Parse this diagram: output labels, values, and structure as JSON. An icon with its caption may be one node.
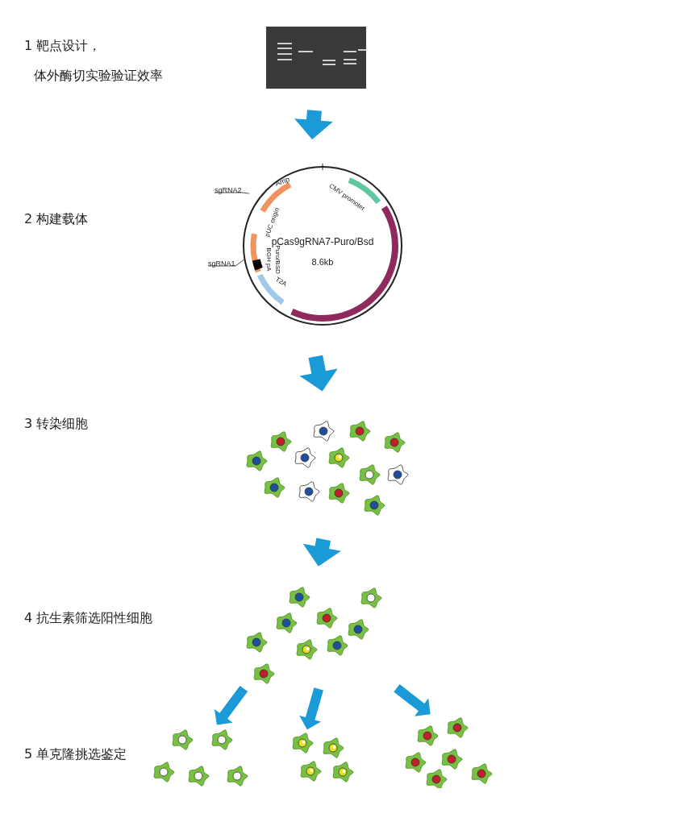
{
  "diagram": {
    "nodes": [
      {
        "text": [],
        "shape": "picture"
      },
      {
        "text": [
          "pCas9gRNA7-Puro/Bsd",
          "8.6kb",
          "Amp",
          "CMV promoter",
          "pUC origin",
          "Puro/BSD",
          "BGH pA",
          "T2A"
        ]
      },
      {
        "text": [
          "sgRNA2"
        ]
      },
      {
        "text": [
          "sgRNA1"
        ]
      },
      {
        "text": [],
        "shape": "picture"
      },
      {
        "text": [],
        "shape": "picture"
      },
      {
        "text": [],
        "shape": "picture"
      },
      {
        "text": [],
        "shape": "picture"
      },
      {
        "text": [],
        "shape": "picture"
      }
    ],
    "edges": [
      {
        "from": 0,
        "to": 1,
        "arrow": "to"
      },
      {
        "from": 1,
        "to": 4,
        "arrow": "to"
      },
      {
        "from": 4,
        "to": 5,
        "arrow": "to"
      },
      {
        "from": 5,
        "to": 6,
        "arrow": "to"
      },
      {
        "from": 5,
        "to": 7,
        "arrow": "to"
      },
      {
        "from": 5,
        "to": 8,
        "arrow": "to"
      },
      {
        "from": 2,
        "to": null,
        "arrow": "none"
      },
      {
        "from": 3,
        "to": null,
        "arrow": "none"
      }
    ],
    "labels": [
      "1 靶点设计，",
      "体外酶切实验验证效率",
      "2 构建载体",
      "3 转染细胞",
      "4 抗生素筛选阳性细胞",
      "5 单克隆挑选鉴定"
    ]
  }
}
